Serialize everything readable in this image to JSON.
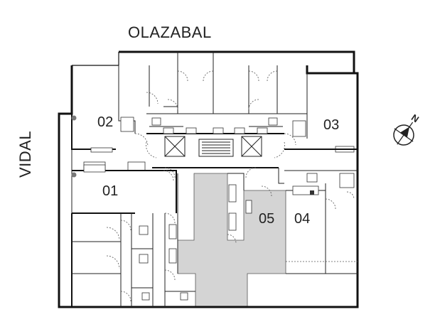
{
  "streets": {
    "top": "OLAZABAL",
    "left": "VIDAL"
  },
  "units": [
    {
      "id": "u02",
      "label": "02"
    },
    {
      "id": "u03",
      "label": "03"
    },
    {
      "id": "u01",
      "label": "01"
    },
    {
      "id": "u05",
      "label": "05"
    },
    {
      "id": "u04",
      "label": "04"
    }
  ],
  "compass": {
    "label": "N",
    "icon": "north-arrow-icon"
  },
  "colors": {
    "walls": "#111111",
    "common_area": "#d4d4d4",
    "background": "#ffffff"
  }
}
